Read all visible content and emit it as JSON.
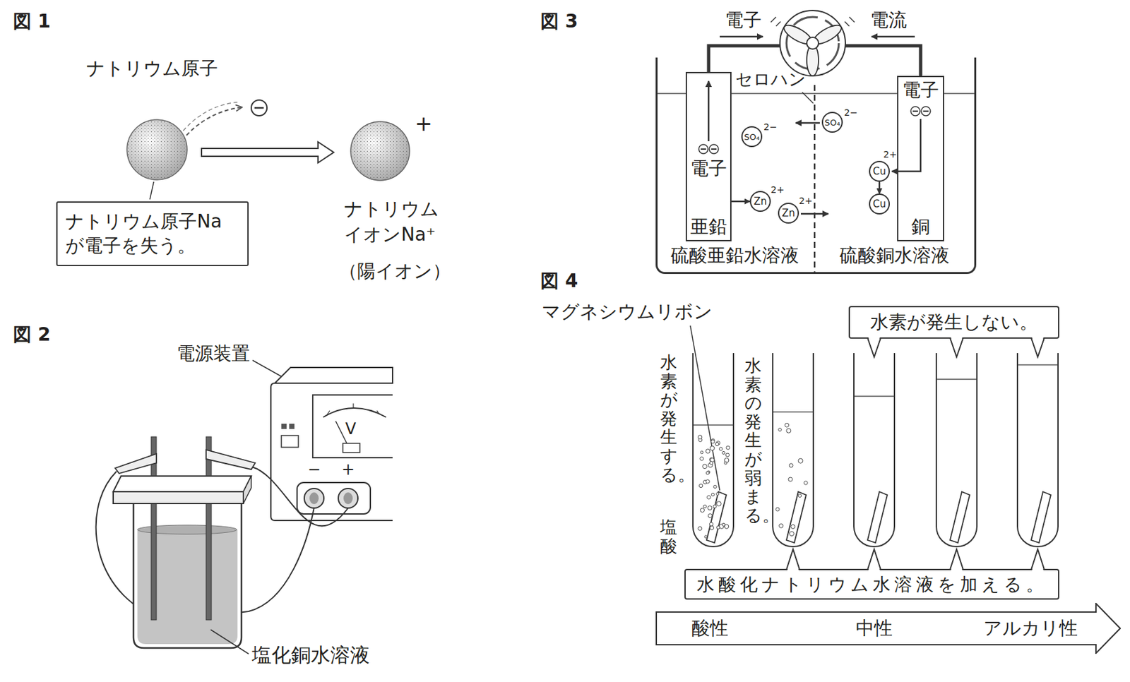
{
  "diagram": {
    "nodes": [
      {
        "text": [
          "ナトリウム原子Na が電子を失う。"
        ]
      },
      {
        "text": [
          "硫酸亜鉛水溶液",
          "硫酸銅水溶液"
        ]
      },
      {
        "text": [
          "電子",
          "亜鉛"
        ],
        "in": 1
      },
      {
        "text": [
          "電子",
          "銅"
        ],
        "in": 1
      },
      {
        "text": [
          "SO₄",
          "2−"
        ],
        "in": 1
      },
      {
        "text": [
          "SO₄",
          "2−"
        ],
        "in": 1
      },
      {
        "text": [
          "Zn",
          "2+"
        ],
        "in": 1
      },
      {
        "text": [
          "Zn",
          "2+"
        ],
        "in": 1
      },
      {
        "text": [
          "Cu",
          "2+"
        ],
        "in": 1
      },
      {
        "text": [
          "Cu"
        ],
        "in": 1
      },
      {
        "text": [
          "水素が発生しない。"
        ]
      },
      {
        "text": [
          "水酸化ナトリウム水溶液を加える。"
        ]
      },
      {
        "text": [
          "酸性",
          "中性",
          "アルカリ性"
        ]
      }
    ],
    "edges": [
      {
        "from": 2,
        "to": 3,
        "arrow": "none"
      },
      {
        "from": 2,
        "to": 6,
        "arrow": "to"
      },
      {
        "from": 8,
        "to": 9,
        "arrow": "to"
      }
    ],
    "labels": [
      "図 1",
      "ナトリウム原子",
      "ナトリウム イオンNa⁺",
      "（陽イオン）",
      "+",
      "図 2",
      "電源装置",
      "V",
      "−",
      "+",
      "塩化銅水溶液",
      "図 3",
      "電子",
      "電流",
      "セロハン",
      "図 4",
      "マグネシウムリボン",
      "水素が発生する。",
      "塩酸",
      "水素の発生が弱まる。"
    ]
  }
}
